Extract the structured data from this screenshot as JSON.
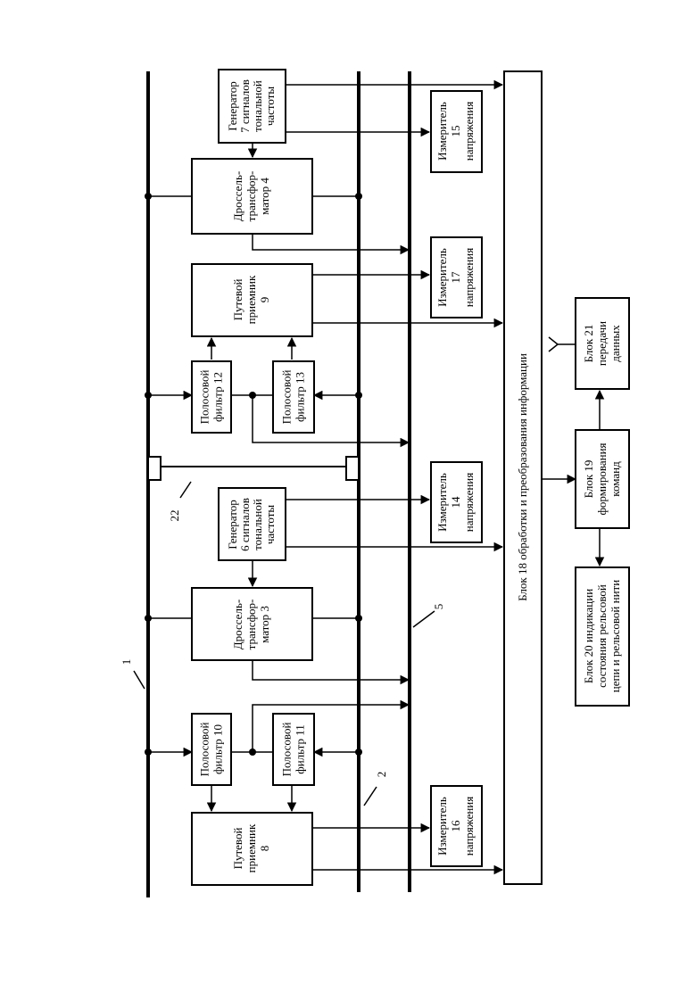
{
  "blocks": {
    "b7": [
      "Генератор",
      "7 сигналов",
      "тональной",
      "частоты"
    ],
    "b6": [
      "Генератор",
      "6 сигналов",
      "тональной",
      "частоты"
    ],
    "b4": [
      "Дроссель-",
      "трансфор-",
      "матор 4"
    ],
    "b3": [
      "Дроссель-",
      "трансфор-",
      "матор 3"
    ],
    "b9": [
      "Путевой",
      "приемник",
      "9"
    ],
    "b8": [
      "Путевой",
      "приемник",
      "8"
    ],
    "b12": [
      "Полосовой",
      "фильтр 12"
    ],
    "b13": [
      "Полосовой",
      "фильтр 13"
    ],
    "b10": [
      "Полосовой",
      "фильтр 10"
    ],
    "b11": [
      "Полосовой",
      "фильтр 11"
    ],
    "b15": [
      "Измеритель",
      "15",
      "напряжения"
    ],
    "b17": [
      "Измеритель",
      "17",
      "напряжения"
    ],
    "b14": [
      "Измеритель",
      "14",
      "напряжения"
    ],
    "b16": [
      "Измеритель",
      "16",
      "напряжения"
    ],
    "b18": [
      "Блок 18 обработки и преобразования информации"
    ],
    "b19": [
      "Блок 19",
      "формирования",
      "команд"
    ],
    "b20": [
      "Блок 20 индикации",
      "состояния рельсовой",
      "цепи и рельсовой нити"
    ],
    "b21": [
      "Блок 21",
      "передачи",
      "данных"
    ]
  },
  "labels": {
    "rail1": "1",
    "rail2": "2",
    "line5": "5",
    "jumper22": "22"
  }
}
